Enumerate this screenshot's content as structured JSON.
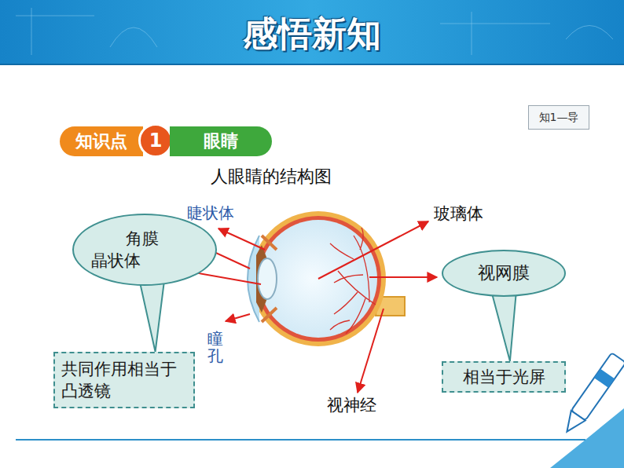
{
  "diagram": {
    "title": "感悟新知",
    "nodes": [
      {
        "text": [
          "知1—导"
        ]
      },
      {
        "text": [
          "角膜",
          "晶状体"
        ]
      },
      {
        "text": [
          "共同作用相当于凸透镜"
        ]
      },
      {
        "text": [
          "视网膜"
        ]
      },
      {
        "text": [
          "相当于光屏"
        ]
      }
    ],
    "edges": [
      {
        "from": 1,
        "to": 2,
        "arrow": "none"
      },
      {
        "from": 3,
        "to": 4,
        "arrow": "none"
      }
    ],
    "labels": [
      "知识点",
      "1",
      "眼睛",
      "人眼睛的结构图",
      "睫状体",
      "玻璃体",
      "瞳孔",
      "视神经"
    ]
  }
}
